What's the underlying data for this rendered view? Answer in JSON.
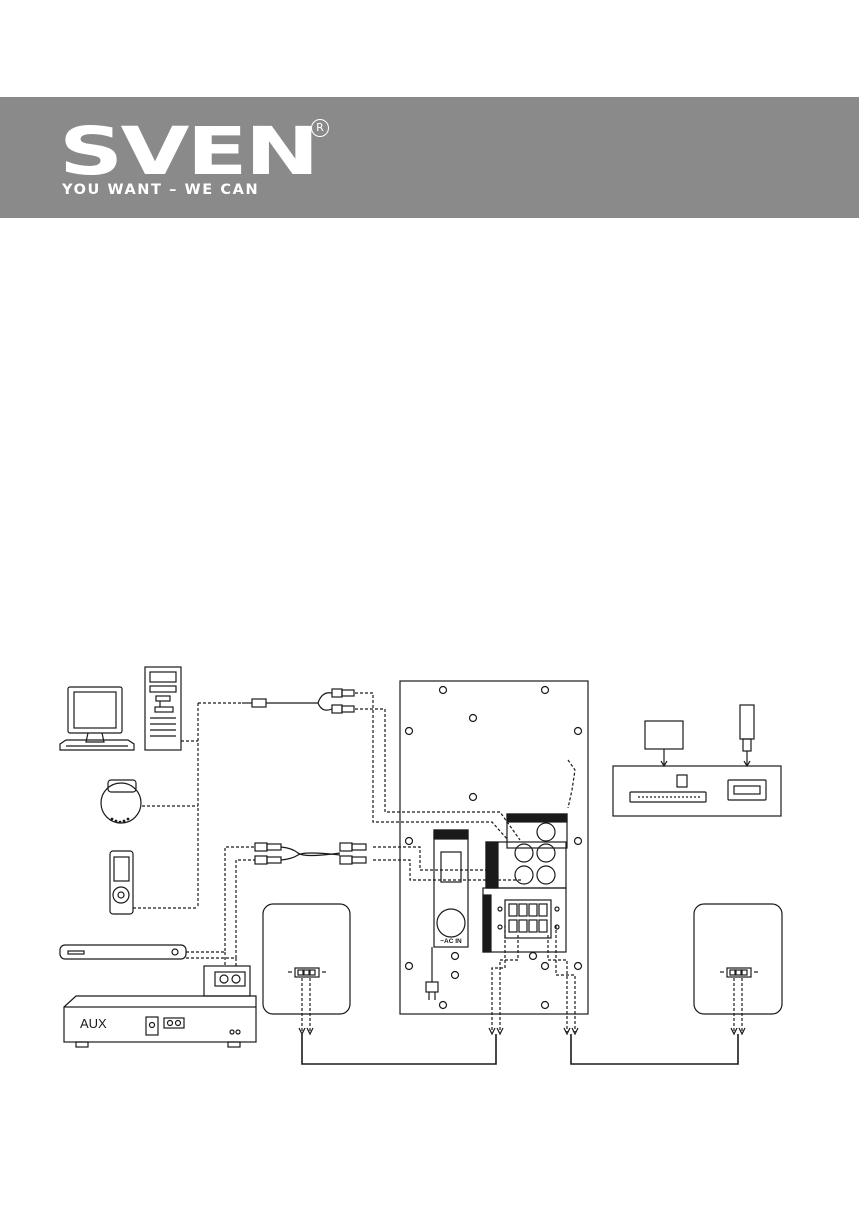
{
  "header": {
    "logo_text": "SVEN",
    "registered_mark": "R",
    "slogan": "YOU WANT – WE CAN",
    "background_color": "#8b8a8a",
    "text_color": "#ffffff"
  },
  "diagram": {
    "aux_label": "AUX",
    "ac_in_label": "~AC IN",
    "line_color": "#1a1a1a"
  }
}
